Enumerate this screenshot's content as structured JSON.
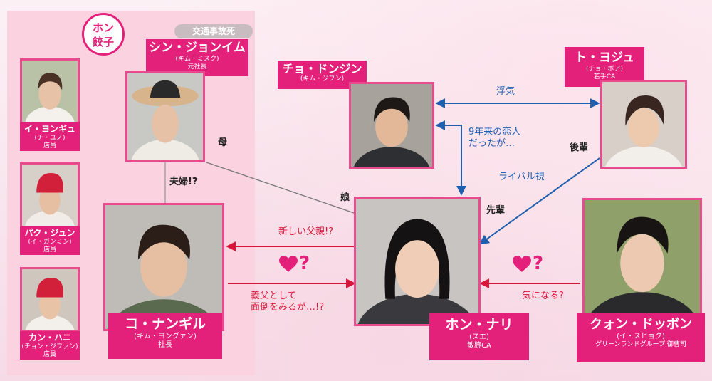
{
  "shop": {
    "badge": "ホン\n餃子"
  },
  "accident_tag": "交通事故死",
  "characters": {
    "lee_yongyu": {
      "name": "イ・ヨンギュ",
      "actor": "(チ・ユノ)",
      "role": "店員"
    },
    "park_jun": {
      "name": "パク・ジュン",
      "actor": "(イ・ガンミン)",
      "role": "店員"
    },
    "kang_hani": {
      "name": "カン・ハニ",
      "actor": "(チョン・ジファン)",
      "role": "店員"
    },
    "shin_jeongim": {
      "name": "シン・ジョンイム",
      "actor": "(キム・ミスク)",
      "role": "元社長"
    },
    "ko_nangil": {
      "name": "コ・ナンギル",
      "actor": "(キム・ヨングァン)",
      "role": "社長"
    },
    "cho_dongjin": {
      "name": "チョ・ドンジン",
      "actor": "(キム・ジフン)",
      "role": ""
    },
    "to_yoju": {
      "name": "ト・ヨジュ",
      "actor": "(チョ・ボア)",
      "role": "若手CA"
    },
    "hong_nari": {
      "name": "ホン・ナリ",
      "actor": "(スエ)",
      "role": "敏腕CA"
    },
    "kwon_doppon": {
      "name": "クォン・ドッボン",
      "actor": "(イ・スヒョク)",
      "role": "グリーンランドグループ 御曹司"
    }
  },
  "relations": {
    "mother": "母",
    "couple": "夫婦!?",
    "daughter": "娘",
    "affair": "浮気",
    "ex_lover": "9年来の恋人\nだったが…",
    "junior": "後輩",
    "rival": "ライバル視",
    "senior": "先輩",
    "new_father": "新しい父親!?",
    "stepfather": "義父として\n面倒をみるが…!?",
    "interested": "気になる?",
    "question": "?"
  },
  "colors": {
    "accent": "#e4217a",
    "photo_border": "#e84a8e",
    "red_arrow": "#d8163a",
    "blue_arrow": "#1f5fae",
    "shop_bg": "#fbd2df",
    "tag_gray": "#c9bcc0"
  }
}
